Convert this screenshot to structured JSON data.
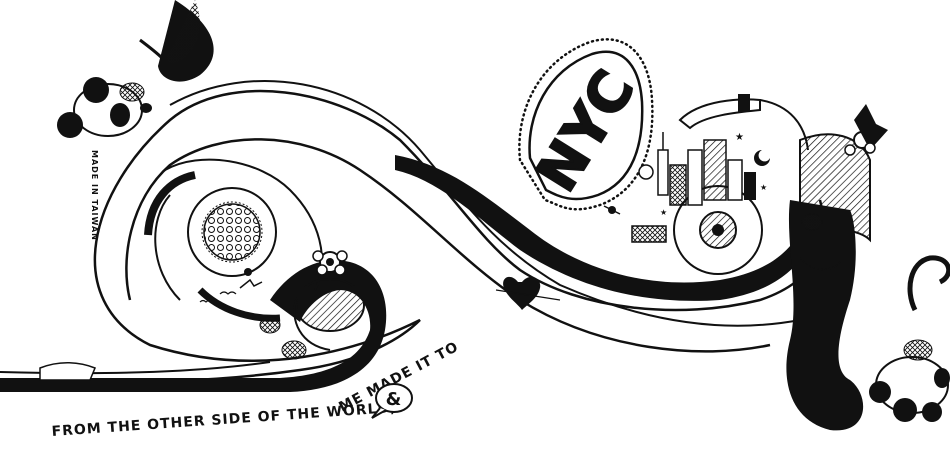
{
  "artwork": {
    "logo_text": "NYC",
    "caption_part1": "FROM THE  OTHER SIDE OF THE WORLD,",
    "caption_part2": "ME MADE IT TO",
    "bubble_text": "&",
    "signature_text": "MADE IN TAIWAN"
  },
  "colors": {
    "ink": "#111111",
    "paper": "#ffffff"
  }
}
